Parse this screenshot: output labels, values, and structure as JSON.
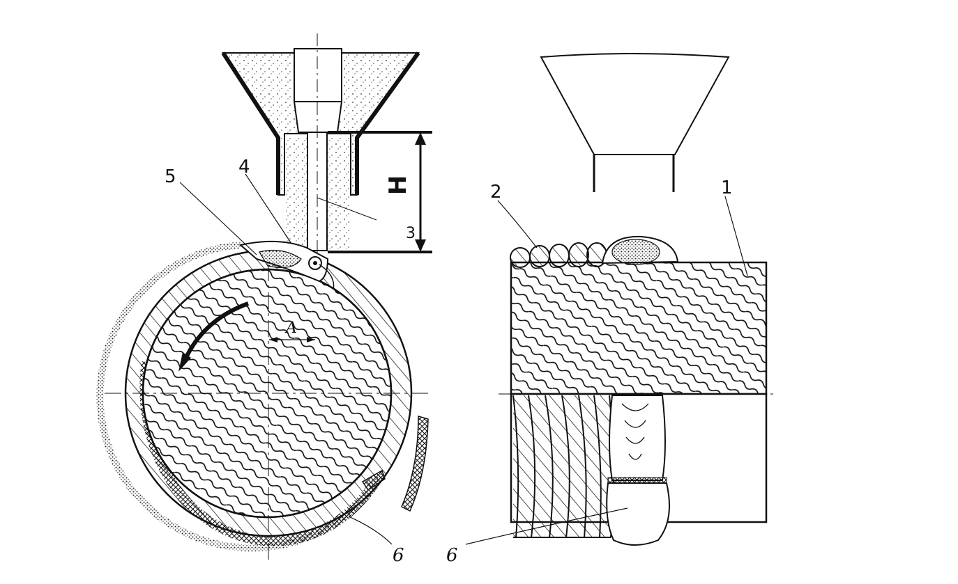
{
  "labels": {
    "part1": "1",
    "part2": "2",
    "part3": "3",
    "part4": "4",
    "part5": "5",
    "part6_left": "6",
    "part6_right": "6",
    "dim_h": "H",
    "dim_a": "A"
  },
  "colors": {
    "ink": "#111111",
    "flux": "#bdbdbd",
    "paper": "#ffffff"
  }
}
